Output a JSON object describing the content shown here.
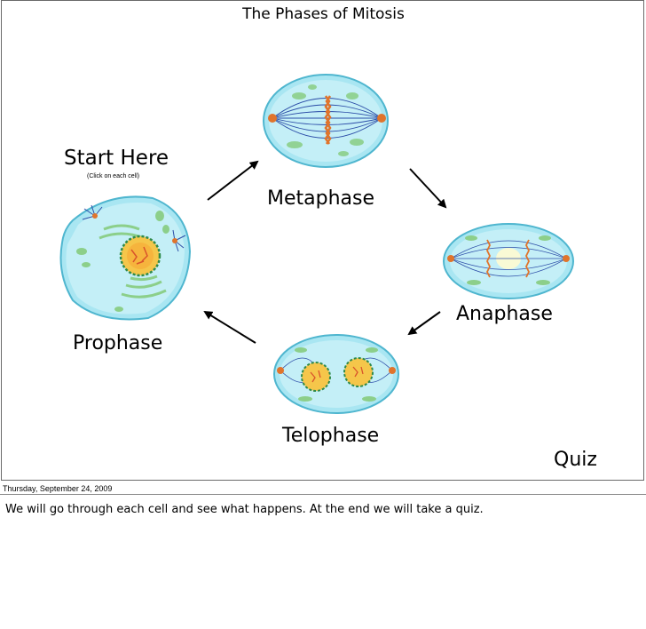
{
  "slide": {
    "title": "The Phases of Mitosis",
    "start_label": "Start Here",
    "click_hint": "(Click on each cell)",
    "phases": {
      "prophase": "Prophase",
      "metaphase": "Metaphase",
      "anaphase": "Anaphase",
      "telophase": "Telophase"
    },
    "quiz_label": "Quiz"
  },
  "footer": {
    "date": "Thursday, September 24, 2009"
  },
  "notes": {
    "text": "We will go through each cell and see what happens.  At the end we will take a quiz."
  },
  "colors": {
    "cell_fill": "#a9e6f2",
    "cell_edge": "#4fb6cf",
    "organelle": "#8ccf8a",
    "spindle": "#2d4ea8",
    "chromosome": "#e0742c",
    "nucleus": "#f5c64a",
    "frame": "#6a6a6a"
  },
  "icons": {
    "arrow": "arrow-icon"
  }
}
